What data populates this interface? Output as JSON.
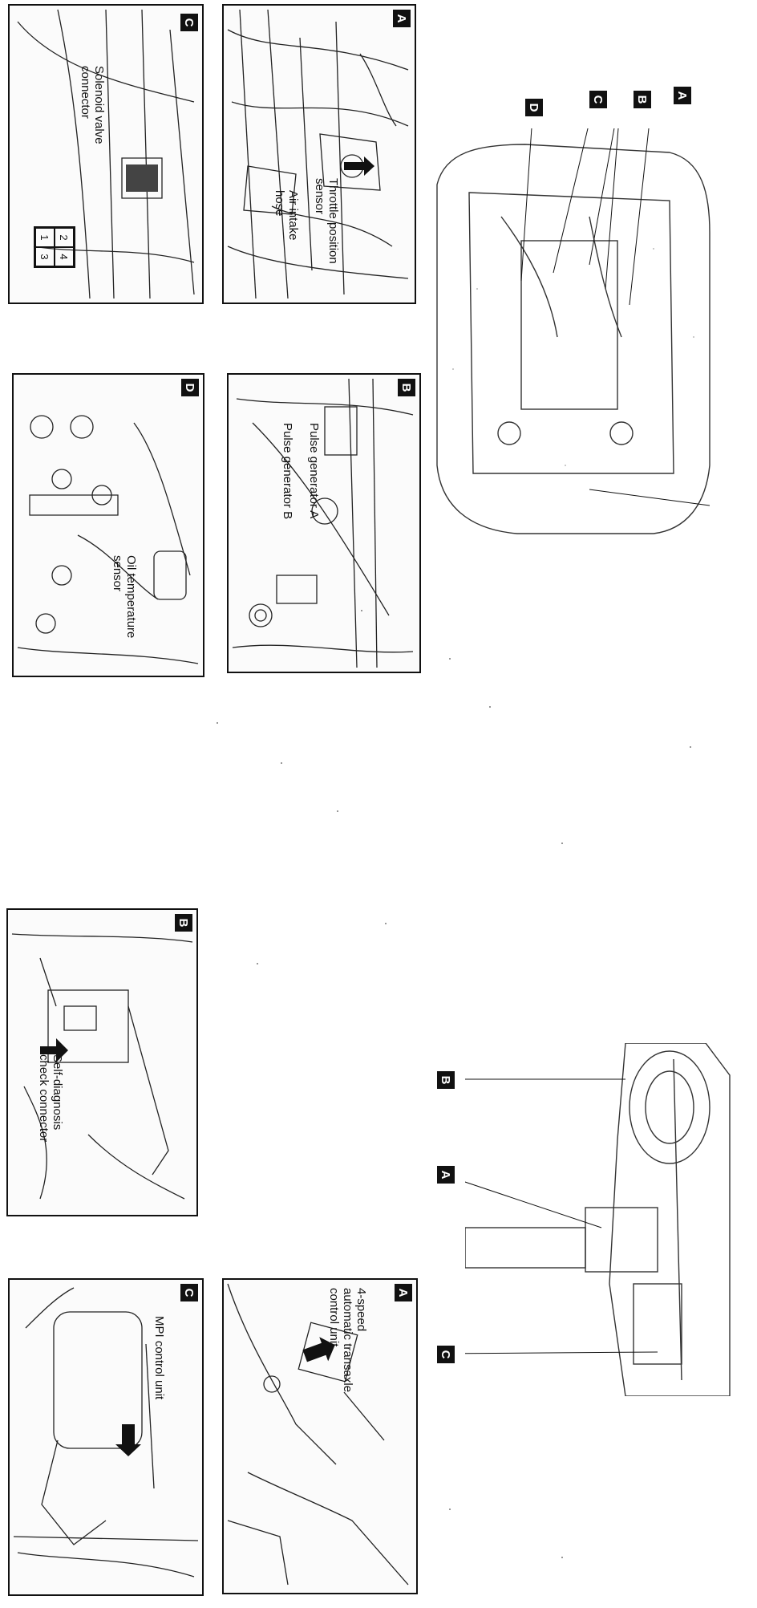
{
  "top_section": {
    "panels": {
      "A": {
        "tag": "A",
        "label_1": "Throttle position\nsensor",
        "label_2": "Air intake\nhose"
      },
      "B": {
        "tag": "B",
        "label_1": "Pulse generator A",
        "label_2": "Pulse generator B"
      },
      "C": {
        "tag": "C",
        "label_1": "Solenoid valve\nconnector",
        "pins": [
          "1",
          "2",
          "3",
          "4"
        ]
      },
      "D": {
        "tag": "D",
        "label_1": "Oil temperature\nsensor"
      }
    },
    "overview_tags": [
      "A",
      "B",
      "C",
      "D"
    ]
  },
  "bottom_section": {
    "panels": {
      "A": {
        "tag": "A",
        "label_1": "4-speed\nautomatic transaxle\ncontrol unit"
      },
      "B": {
        "tag": "B",
        "label_1": "Self-diagnosis\ncheck connector"
      },
      "C": {
        "tag": "C",
        "label_1": "MPI control unit"
      }
    },
    "overview_tags": [
      "A",
      "B",
      "C"
    ]
  }
}
